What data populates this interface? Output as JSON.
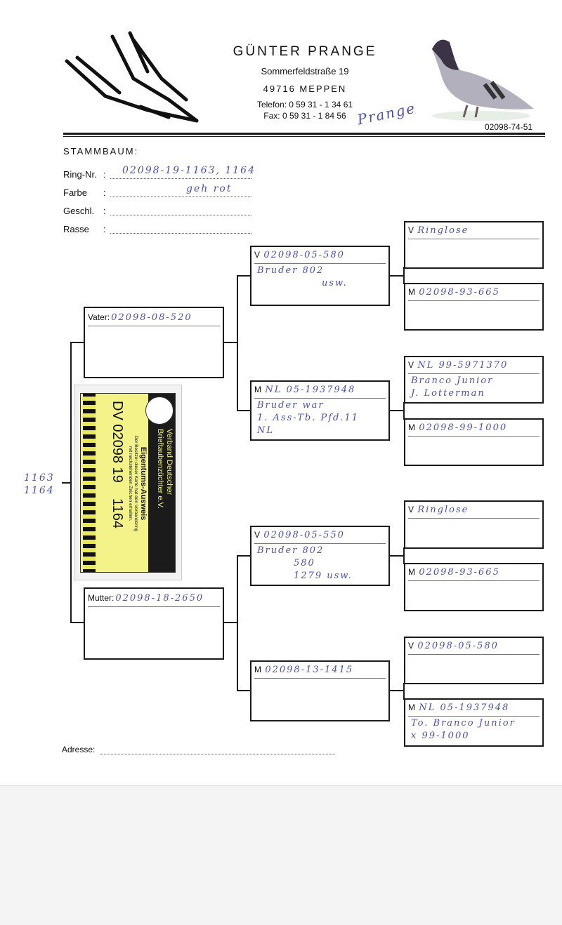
{
  "header": {
    "name": "GÜNTER PRANGE",
    "street": "Sommerfeldstraße 19",
    "city": "49716 MEPPEN",
    "phone": "Telefon: 0 59 31 - 1 34 61",
    "fax": "Fax: 0 59 31 - 1 84 56",
    "signature": "Prange",
    "ring_code": "02098-74-51"
  },
  "form": {
    "title": "STAMMBAUM:",
    "colon": ":",
    "fields": [
      {
        "label": "Ring-Nr.",
        "value": "02098-19-1163, 1164"
      },
      {
        "label": "Farbe",
        "value": "geh rot"
      },
      {
        "label": "Geschl.",
        "value": ""
      },
      {
        "label": "Rasse",
        "value": ""
      }
    ],
    "address_label": "Adresse:"
  },
  "subject_side_note": [
    "1163",
    "1164"
  ],
  "pedigree": {
    "vater": {
      "label": "Vater:",
      "ring": "02098-08-520"
    },
    "mutter": {
      "label": "Mutter:",
      "ring": "02098-18-2650"
    },
    "gen2": [
      {
        "label": "V",
        "ring": "02098-05-580",
        "notes": [
          "Bruder 802",
          "usw."
        ]
      },
      {
        "label": "M",
        "ring": "NL 05-1937948",
        "notes": [
          "Bruder war",
          "1. Ass-Tb. Pfd.11",
          "NL"
        ]
      },
      {
        "label": "V",
        "ring": "02098-05-550",
        "notes": [
          "Bruder 802",
          "580",
          "1279 usw."
        ]
      },
      {
        "label": "M",
        "ring": "02098-13-1415",
        "notes": []
      }
    ],
    "gen3": [
      {
        "label": "V",
        "ring": "Ringlose",
        "notes": []
      },
      {
        "label": "M",
        "ring": "02098-93-665",
        "notes": []
      },
      {
        "label": "V",
        "ring": "NL 99-5971370",
        "notes": [
          "Branco Junior",
          "J. Lotterman"
        ]
      },
      {
        "label": "M",
        "ring": "02098-99-1000",
        "notes": []
      },
      {
        "label": "V",
        "ring": "Ringlose",
        "notes": []
      },
      {
        "label": "M",
        "ring": "02098-93-665",
        "notes": []
      },
      {
        "label": "V",
        "ring": "02098-05-580",
        "notes": []
      },
      {
        "label": "M",
        "ring": "NL 05-1937948",
        "notes": [
          "To. Branco Junior",
          "x 99-1000"
        ]
      }
    ]
  },
  "card": {
    "org_line1": "Verband Deutscher",
    "org_line2": "Brieftaubenzüchter e.V.",
    "title": "Eigentums-Ausweis",
    "text1": "Der Besitzer dieser Karte hat den Verbandsring",
    "text2": "mit nachstehenden Zeichen erhalten.",
    "number": "DV 02098 19    1164"
  },
  "colors": {
    "ink": "#4a50b4",
    "card_yellow": "#f3f38a"
  }
}
